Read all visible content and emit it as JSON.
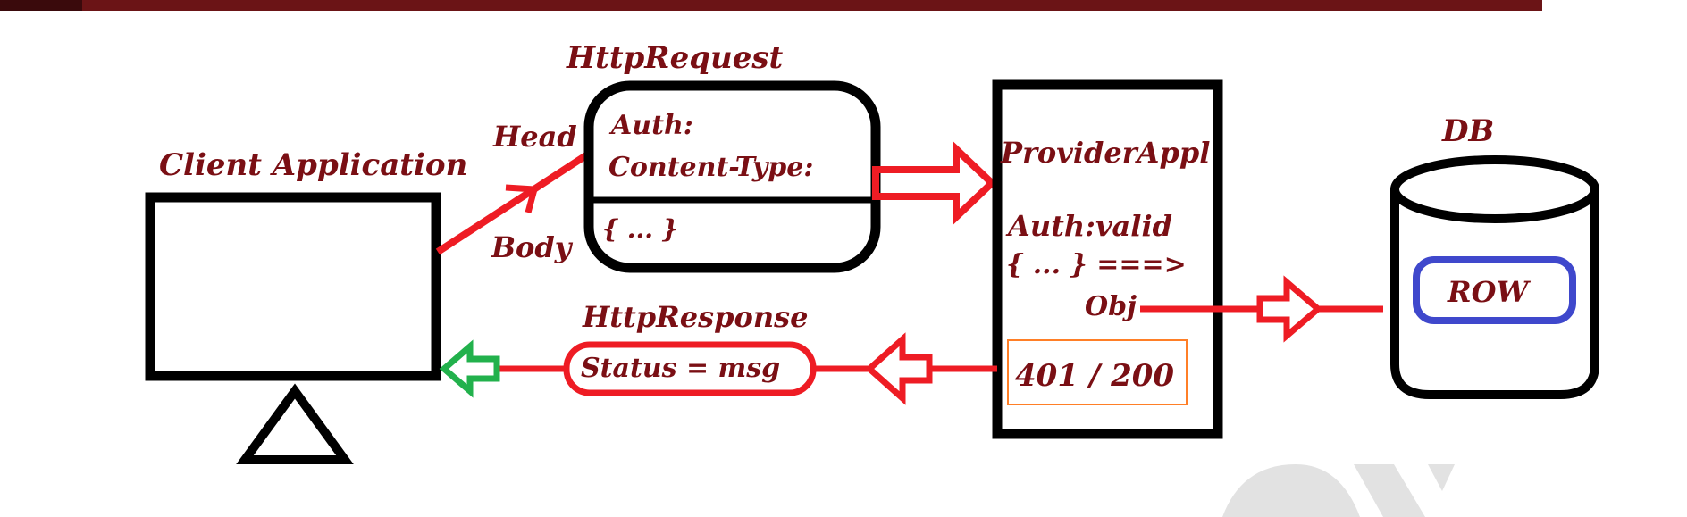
{
  "labels": {
    "client_application": "Client Application",
    "http_request": "HttpRequest",
    "head": "Head",
    "body": "Body",
    "auth": "Auth:",
    "content_type": "Content-Type:",
    "request_body": "{ ... }",
    "provider_appl": "ProviderAppl",
    "auth_valid": "Auth:valid",
    "body_convert": "{ ... } ===>",
    "obj": "Obj",
    "status_code": "401 / 200",
    "db": "DB",
    "row": "ROW",
    "http_response": "HttpResponse",
    "status_msg": "Status = msg"
  },
  "colors": {
    "text": "#7a0f14",
    "outline": "#000000",
    "arrow": "#ee1c24",
    "return_arrow": "#22b14c",
    "row_box": "#3f48cc",
    "status_box": "#ff7f27",
    "header_bar": "#6b1416"
  }
}
